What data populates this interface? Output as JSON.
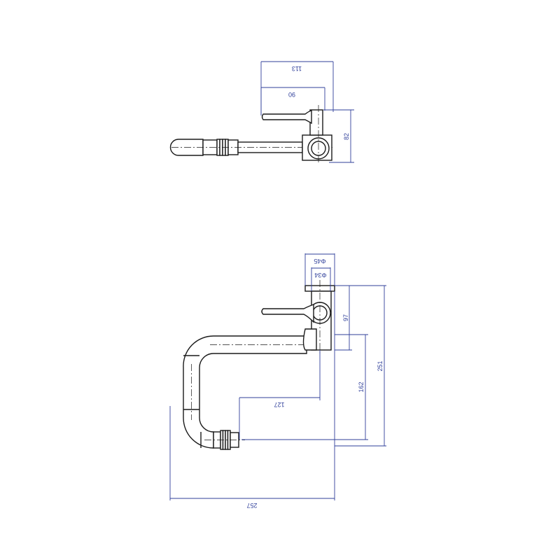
{
  "top_view": {
    "dim_overall_width": "113",
    "dim_handle_length": "90",
    "dim_body_depth": "82"
  },
  "side_view": {
    "dim_flange_diameter": "Φ45",
    "dim_body_diameter": "Φ34",
    "dim_body_height": "97",
    "dim_total_height": "251",
    "dim_outlet_height": "162",
    "dim_outlet_reach": "127",
    "dim_total_reach": "257"
  },
  "colors": {
    "dimension": "#2f3f9a",
    "outline": "#1a1a1a"
  }
}
